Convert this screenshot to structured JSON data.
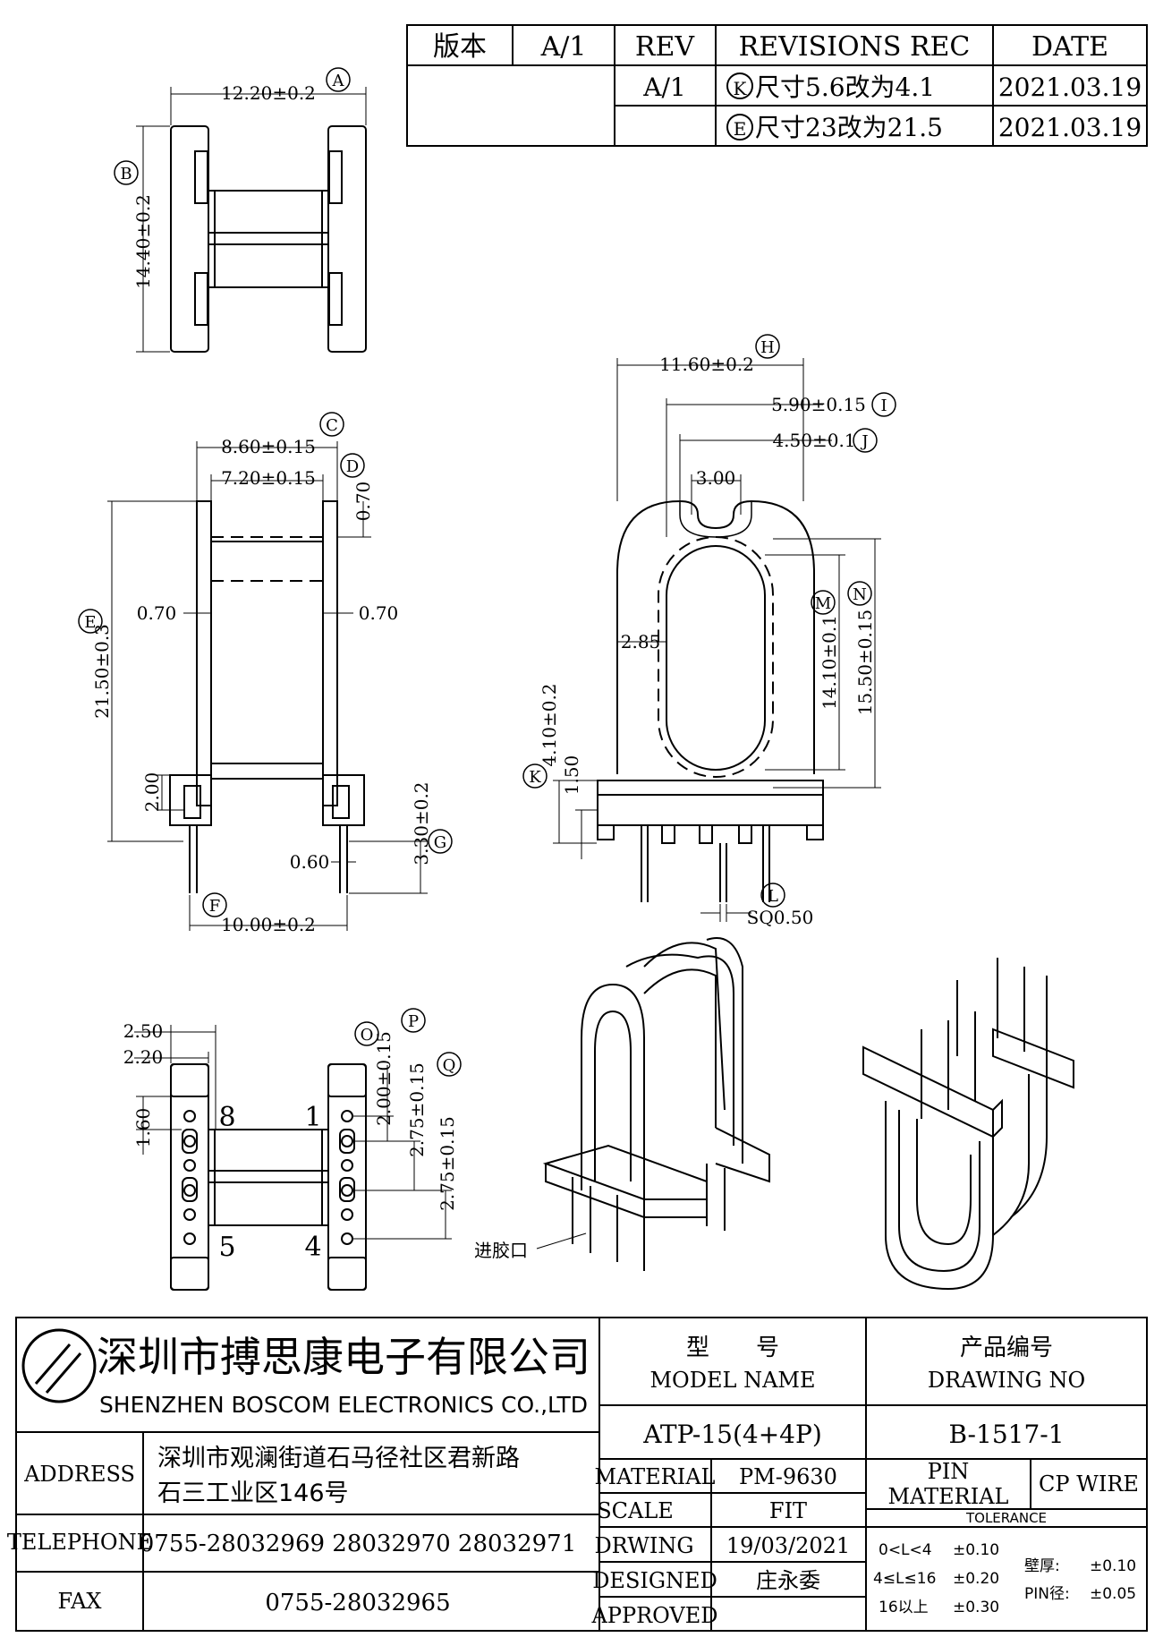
{
  "revision_table": {
    "headers": [
      "版本",
      "A/1",
      "REV",
      "REVISIONS REC",
      "DATE"
    ],
    "rows": [
      {
        "rev": "A/1",
        "marker": "K",
        "description": "尺寸5.6改为4.1",
        "date": "2021.03.19"
      },
      {
        "rev": "",
        "marker": "E",
        "description": "尺寸23改为21.5",
        "date": "2021.03.19"
      }
    ]
  },
  "markers": {
    "A": "A",
    "B": "B",
    "C": "C",
    "D": "D",
    "E": "E",
    "F": "F",
    "G": "G",
    "H": "H",
    "I": "I",
    "J": "J",
    "K": "K",
    "L": "L",
    "M": "M",
    "N": "N",
    "O": "O",
    "P": "P",
    "Q": "Q"
  },
  "top_view": {
    "width_dim": "12.20±0.2",
    "length_dim": "14.40±0.2"
  },
  "front_view": {
    "dims": {
      "outer_width": "8.60±0.15",
      "inner_width": "7.20±0.15",
      "flange_thickness": "0.70",
      "wall_left": "0.70",
      "wall_right": "0.70",
      "height": "21.50±0.3",
      "base_height": "2.00",
      "pin_length": "3.30±0.2",
      "pin_diameter": "0.60",
      "pin_span": "10.00±0.2"
    }
  },
  "side_view": {
    "dims": {
      "width": "11.60±0.2",
      "window_outer": "5.90±0.15",
      "window_inner": "4.50±0.1",
      "slot": "3.00",
      "wall": "2.85",
      "window_height": "14.10±0.1",
      "dashed_height": "15.50±0.15",
      "base_height": "4.10±0.2",
      "step": "1.50",
      "pin_square": "SQ0.50"
    }
  },
  "bottom_view": {
    "dims": {
      "edge_outer": "2.50",
      "edge_inner": "2.20",
      "first_pin_offset": "1.60",
      "pitch_o": "2.00±0.15",
      "pitch_p": "2.75±0.15",
      "pitch_q": "2.75±0.15"
    },
    "pin_numbers": [
      "8",
      "1",
      "5",
      "4"
    ]
  },
  "isometric": {
    "gate_label": "进胶口"
  },
  "title_block": {
    "company_cn": "深圳市搏思康电子有限公司",
    "company_en": "SHENZHEN BOSCOM ELECTRONICS CO.,LTD",
    "address_label": "ADDRESS",
    "address_line1": "深圳市观澜街道石马径社区君新路",
    "address_line2": "石三工业区146号",
    "telephone_label": "TELEPHONE",
    "telephone": "0755-28032969 28032970 28032971",
    "fax_label": "FAX",
    "fax": "0755-28032965",
    "model_label_cn": "型　　号",
    "model_label_en": "MODEL NAME",
    "drawing_label_cn": "产品编号",
    "drawing_label_en": "DRAWING NO",
    "model_name": "ATP-15(4+4P)",
    "drawing_no": "B-1517-1",
    "material_label": "MATERIAL",
    "material": "PM-9630",
    "scale_label": "SCALE",
    "scale": "FIT",
    "drwing_label": "DRWING",
    "drwing_date": "19/03/2021",
    "designed_label": "DESIGNED",
    "designed": "庄永委",
    "approved_label": "APPROVED",
    "pin_material_line1": "PIN",
    "pin_material_line2": "MATERIAL",
    "pin_material": "CP WIRE",
    "tolerance_label": "TOLERANCE",
    "tolerances": [
      {
        "range": "0<L<4",
        "value": "±0.10"
      },
      {
        "range": "4≤L≤16",
        "value": "±0.20"
      },
      {
        "range": "16以上",
        "value": "±0.30"
      }
    ],
    "wall_thickness_label": "壁厚:",
    "wall_thickness": "±0.10",
    "pin_diameter_label": "PIN径:",
    "pin_diameter": "±0.05"
  }
}
